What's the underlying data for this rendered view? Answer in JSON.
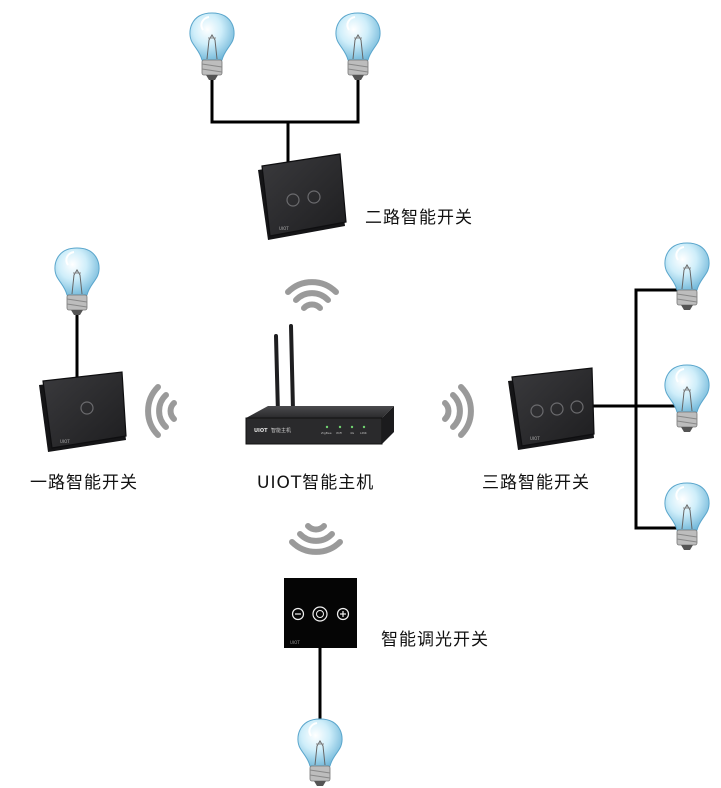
{
  "labels": {
    "two_way_switch": "二路智能开关",
    "one_way_switch": "一路智能开关",
    "hub": "UIOT智能主机",
    "three_way_switch": "三路智能开关",
    "dimmer_switch": "智能调光开关"
  },
  "hub_panel": {
    "brand": "UIOT",
    "name": "智能主机",
    "indicators": [
      "ZigBee",
      "WiFi",
      "4G",
      "LINK"
    ]
  },
  "switch_brand": "UIOT",
  "colors": {
    "panel": "#2b2b2d",
    "panel_edge": "#111113",
    "wire": "#000000",
    "signal": "#9a9a9a",
    "bulb_glass": "#bfe3f4",
    "bulb_base": "#b9b9b9"
  },
  "icons": [
    "lightbulb-icon",
    "wifi-signal-icon",
    "antenna-icon",
    "power-icon",
    "minus-icon",
    "plus-icon"
  ]
}
